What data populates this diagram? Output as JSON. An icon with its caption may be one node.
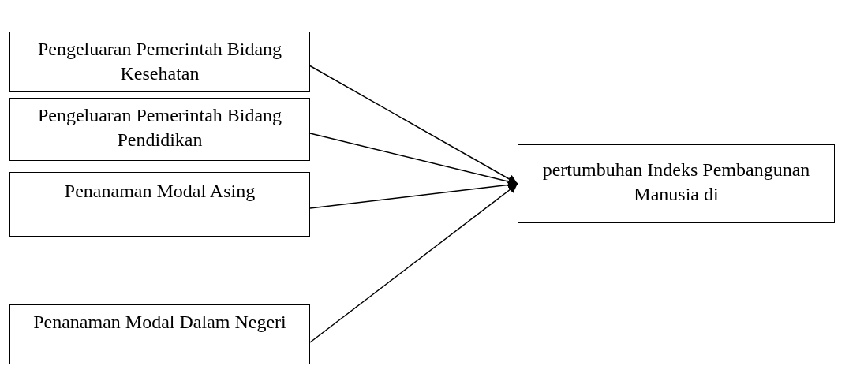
{
  "diagram": {
    "nodes": [
      {
        "text": [
          "Pengeluaran Pemerintah Bidang Kesehatan"
        ]
      },
      {
        "text": [
          "Pengeluaran Pemerintah Bidang Pendidikan"
        ]
      },
      {
        "text": [
          "Penanaman Modal Asing"
        ]
      },
      {
        "text": [
          "Penanaman Modal Dalam Negeri"
        ]
      },
      {
        "text": [
          "pertumbuhan Indeks Pembangunan Manusia di"
        ]
      }
    ],
    "edges": [
      {
        "from": 0,
        "to": 4,
        "arrow": "to"
      },
      {
        "from": 1,
        "to": 4,
        "arrow": "to"
      },
      {
        "from": 2,
        "to": 4,
        "arrow": "to"
      },
      {
        "from": 3,
        "to": 4,
        "arrow": "to"
      }
    ]
  }
}
